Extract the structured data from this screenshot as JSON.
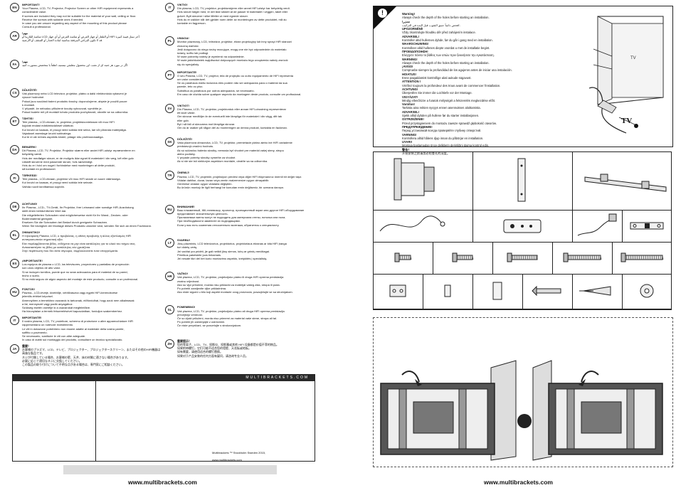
{
  "left_page": {
    "column_a": [
      {
        "code": "EN",
        "title": "IMPORTANT!",
        "lines": [
          "Your Plasma, LCD, TV, Projector, Projector Screen or other HIFI equipment represents a",
          "considerable value.",
          "If screws are included they may not be suitable for the material of your wall, ceiling or floor.",
          "Receive the screws with suitable ones if needed.",
          "In case you are unsure regarding any aspect of the mounting of this product please",
          "Consult a professional."
        ]
      },
      {
        "code": "AR",
        "title": "!مهم",
        "lines": [
          "شاشة البلازما أو LCD أو التلفاز أو جهاز العرض أو شاشة العرض أو أي جهاز HIFI آخر تمثل قيمة كبيرة.",
          "قد لا تكون البراغي المرفقة مناسبة لمادة الجدار أو السقف أو الأرضية."
        ]
      },
      {
        "code": "FA",
        "title": "!مهم",
        "lines": [
          "اگر در مورد هر جنبه ای از نصب این محصول مطمئن نیستید، لطفاً با متخصص مشورت کنید."
        ]
      },
      {
        "code": "CS",
        "title": "DŮLEŽITÉ!",
        "lines": [
          "Váš plazmový nebo LCD televizor, projektor, plátno a další elektronická vybavení je",
          "vysoce hodnotné.",
          "Pokud jsou součástí balení produktu šrouby, doporučujeme, abyste je použili pouze",
          "k montáži.",
          "V případě, že nebudou přiložené šrouby vyhovovat, vyměňte je.",
          "Pokud budete mít při montáži tohoto produktu pochybnosti, obraťte se na odborníka."
        ]
      },
      {
        "code": "ET",
        "title": "TÄHTIS!",
        "lines": [
          "Teie plasma-, LCD-ekraan, tv, projektor, projektsiooniekraan või muu HIFI",
          "kujutab endast märkimisväärset väärtust.",
          "Kui kruvid on kaasas, ei pruugi need sobida teie seina, lae või põranda materjaliga.",
          "Vajadusel asendage kruvid sobivatega.",
          "Kui te ei ole mõnes aspektis kindel, pidage nõu professionaaliga."
        ]
      },
      {
        "code": "DA",
        "title": "BEMÆRK!",
        "lines": [
          "Dit Plasma, LCD, TV, Projektor, Projektor skærm eller andet HIFI-udstyr repræsenterer en",
          "betydelig værdi.",
          "Hvis der medfølger skruer, er de muligvis ikke egnet til materialet i din væg, loft eller gulv.",
          "Udskift skruerne med passende skruer, hvis nødvendigt.",
          "Hvis du er i tvivl om noget i forbindelse med monteringen af dette produkt,",
          "så kontakt en professionel."
        ]
      },
      {
        "code": "FI",
        "title": "TÄRKEÄÄ!",
        "lines": [
          "Teie plasma-, LCD-ekraan, projektor või muu HIFI seade on suure väärtusega.",
          "Kui kruvid on kaasas, ei pruugi need sobida teie seinale.",
          "Vaihda ruuvit tarvittaessa sopiviin."
        ]
      },
      {
        "code": "DE",
        "title": "ACHTUNG!",
        "lines": [
          "Ihr Plasma-, LCD-, TV-Gerät, Ihr Projektor, Ihre Leinwand oder sonstige HIFI-Ausrüstung",
          "stellt einen beträchtlichen Wert dar.",
          "Die mitgelieferten Schrauben sind möglicherweise nicht für Ihr Wand-, Decken- oder",
          "Bodenmaterial geeignet.",
          "Ersetzen Sie die Schrauben bei Bedarf durch geeignete Schrauben.",
          "Wenn Sie bezüglich der Montage dieses Produkts unsicher sind, wenden Sie sich an einen Fachmann."
        ]
      },
      {
        "code": "EL",
        "title": "ΣΗΜΑΝΤΙΚΟ!",
        "lines": [
          "Η τηλεόραση Plasma, LCD, ο προβολέας, η οθόνη προβολής ή άλλος εξοπλισμός HIFI",
          "αντιπροσωπεύει σημαντική αξία.",
          "Εάν περιλαμβάνονται βίδες, ενδέχεται να μην είναι κατάλληλες για το υλικό του τοίχου σας.",
          "Αντικαταστήστε τις βίδες με κατάλληλες εάν χρειάζεται.",
          "Στην περίπτωση που δεν είστε σίγουροι, συμβουλευτείτε έναν επαγγελματία."
        ]
      },
      {
        "code": "ES",
        "title": "¡IMPORTANTE!",
        "lines": [
          "Los equipos de plasma o LCD, los televisores, proyectores y pantallas de proyección",
          "son unos objetos de alto valor.",
          "Si se incluyen tornillos, puede que no sean adecuados para el material de su pared,",
          "techo o suelo.",
          "Si no está seguro de algún aspecto del montaje de este producto, consulte a un profesional."
        ]
      },
      {
        "code": "HU",
        "title": "FONTOS!",
        "lines": [
          "Plazma-, LCD-tévéje, kivetítője, vetítővászna vagy egyéb HIFI-berendezése",
          "jelentős értéket képvisel.",
          "Amennyiben a termékhez csavarok is tartoznak, előfordulhat, hogy azok nem alkalmasak",
          "a fal, mennyezet vagy padló anyagához.",
          "Szükség esetén cserélje ki a csavarokat megfelelőkre.",
          "Ha bizonytalan a termék felszerelésével kapcsolatban, forduljon szakemberhez."
        ]
      },
      {
        "code": "IT",
        "title": "IMPORTANTE!",
        "lines": [
          "Il vostro plasma, LCD, TV, proiettore, schermo di proiezione o altre apparecchiature HIFI",
          "rappresentano un notevole investimento.",
          "Le viti in dotazione potrebbero non essere adatte al materiale della vostra parete,",
          "soffitto o pavimento.",
          "Se necessario, sostituire le viti con altre adeguate.",
          "In caso di dubbi sul montaggio del prodotto, consultare un tecnico specializzato."
        ]
      },
      {
        "code": "JA",
        "title": "重要！",
        "lines": [
          "お客様のプラズマ、LCD、テレビ、プロジェクター、プロジェクタースクリーン、またはその他のHIFI機器は高価な製品です。",
          "ネジが付属している場合、お客様の壁、天井、床の材質に適さない場合があります。",
          "必要に応じて適切なネジに交換してください。",
          "この製品の取り付けについて不明な点がある場合は、専門家にご相談ください。"
        ]
      }
    ],
    "column_b": [
      {
        "code": "IT",
        "title": "VIKTIG!",
        "lines": [
          "Din plasma, LCD, TV, projektor, projektorskjerm eller annet HIFI-utstyr har betydelig verdi.",
          "Hvis skruer følger med, er det ikke sikkert at de passer til materialet i veggen, taket eller",
          "gulvet. Bytt skruene i slike tilfeller ut med egnede skruer.",
          "Hvis du er usikker når det gjelder noen deler av monteringen av dette produktet, må du",
          "kontakte en fagperson."
        ]
      },
      {
        "code": "PL",
        "title": "UWAGA!",
        "lines": [
          "Monitor plazmowy, LCD, telewizor, projektor, ekran projekcyjny lub inny sprzęt HiFi stanowi",
          "znaczną wartość.",
          "Jeśli dołączono do niego śruby mocujące, mogą one nie być odpowiednie do materiału",
          "ściany, sufitu lub podłogi.",
          "W razie potrzeby należy je wymienić na odpowiednie.",
          "W razie jakichkolwiek wątpliwości dotyczących montażu tego urządzenia należy zwrócić",
          "się do specjalisty."
        ]
      },
      {
        "code": "PT",
        "title": "IMPORTANTE!",
        "lines": [
          "O seu Plasma, LCD, TV, projetor, tela de projeção ou outro equipamento de HIFI representa",
          "um valor considerável.",
          "Se os parafusos estão incluídos eles podem não ser adequados para o material da sua",
          "parede, teto ou piso.",
          "Substitua os parafusos por outros adequados, se necessário.",
          "Em caso de dúvida sobre qualquer aspecto da montagem deste produto, consulte um profissional."
        ]
      },
      {
        "code": "SV",
        "title": "VIKTIGT!",
        "lines": [
          "Din Plasma, LCD, TV, projektor, projektorduk eller annan HIFI-utrustning representerar",
          "ett stort värde.",
          "Om skruvar medföljer är de eventuellt inte lämpliga för materialet i din vägg, ditt tak",
          "eller golv.",
          "Byt i så fall ut skruvarna mot lämpliga skruvar.",
          "Om du är osäker på någon del av monteringen av denna produkt, kontakta en fackman."
        ]
      },
      {
        "code": "SK",
        "title": "DÔLEŽITÉ!",
        "lines": [
          "Vaša plazmová obrazovka, LCD, TV, projektor, premietacie plátno alebo iné HIFI zariadenie",
          "predstavujú značnú hodnotu.",
          "Ak sú súčasťou balenia skrutky, nemusia byť vhodné pre materiál vašej steny, stropu",
          "alebo podlahy.",
          "V prípade potreby skrutky vymeňte za vhodné.",
          "Ak si nie ste istí niektorým aspektom montáže, obráťte sa na odborníka."
        ]
      },
      {
        "code": "TR",
        "title": "ÖNEMLİ!",
        "lines": [
          "Plazma, LCD, TV, projektör, projeksiyon perdesi veya diğer HIFI ekipmanınız önemli bir değer taşır.",
          "Vidalar dahilse, duvar, tavan veya zemin malzemenize uygun olmayabilir.",
          "Gerekirse vidaları uygun vidalarla değiştirin.",
          "Bu ürünün montajı ile ilgili herhangi bir konudan emin değilseniz, bir uzmana danışın."
        ]
      },
      {
        "code": "RU",
        "title": "ВНИМАНИЕ!",
        "lines": [
          "Ваш плазменный, ЖК-телевизор, проектор, проекционный экран или другое HIFI-оборудование",
          "представляет значительную ценность.",
          "Прилагаемые винты могут не подходить для материала стены, потолка или пола.",
          "При необходимости замените их подходящими.",
          "Если у вас есть сомнения относительно монтажа, обратитесь к специалисту."
        ]
      },
      {
        "code": "LT",
        "title": "SVARBU!",
        "lines": [
          "Jūsų plazminis, LCD televizorius, projektorius, projektoriaus ekranas ar kita HIFI įranga",
          "turi didelę vertę.",
          "Jei varžtai yra pridėti, jie gali netikti jūsų sienos, lubų ar grindų medžiagai.",
          "Prireikus pakeiskite juos tinkamais.",
          "Jei nesate tikri dėl bet kurio montavimo aspekto, kreipkitės į specialistą."
        ]
      },
      {
        "code": "HR",
        "title": "VAŽNO!",
        "lines": [
          "Vaš plazma, LCD, TV, projektor, projekcijsko platno ili druga HIFI oprema predstavlja",
          "znatnu vrijednost.",
          "Ako su vijci priloženi, možda nisu prikladni za materijal vašeg zida, stropa ili poda.",
          "Po potrebi zamijenite vijke prikladnima.",
          "Ako niste sigurni u bilo koji aspekt montaže ovog proizvoda, posavjetujte se sa stručnjakom."
        ]
      },
      {
        "code": "SL",
        "title": "POMEMBNO!",
        "lines": [
          "Vaš plazma, LCD, TV, projektor, projekcijsko platno ali druga HIFI oprema predstavlja",
          "precejšnjo vrednost.",
          "Če so vijaki priloženi, morda niso primerni za material vaše stene, stropa ali tal.",
          "Po potrebi jih zamenjajte z ustreznimi.",
          "Če niste prepričani, se posvetujte s strokovnjakom."
        ]
      },
      {
        "code": "ZH",
        "title": "重要提示！",
        "lines": [
          "您的等离子、LCD、TV、投影仪、投影幕或其他 HIFI 设备都是价值不菲的物品。",
          "如果附带螺钉，它们可能不适合您的墙壁、天花板或地板。",
          "如有需要，请使用适合的螺钉替换。",
          "如果对于产品安装的任何方面有疑问，请咨询专业人员。"
        ]
      }
    ],
    "bottom_box": {
      "brand_band": "MULTIBRACKETS.COM",
      "copyright_lines": [
        "Multibrackets ™ Stockholm Sweden 2015,",
        "www.multibrackets.com"
      ]
    },
    "url": "www.multibrackets.com"
  },
  "right_page": {
    "warning_icon": "exclamation-icon",
    "warnings": [
      {
        "lang": "EN",
        "title": "Warning!",
        "line": "Always check the depth of the holes before starting an installation."
      },
      {
        "lang": "AR",
        "title": "!تحذير",
        "line": "افحص دائماً عمق الثقوب قبل البدء في التركيب."
      },
      {
        "lang": "CS",
        "title": "UPOZORNĚNÍ!",
        "line": "Vždy zkontrolujte hloubku děr před zahájením instalace."
      },
      {
        "lang": "DA",
        "title": "ADVARSEL!",
        "line": "Kontroller altid hullernes dybde, før du går i gang med en installation."
      },
      {
        "lang": "NL",
        "title": "WAARSCHUWING!",
        "line": "Kontrolleer altid hullenes diepte voordat u met de installatie begint."
      },
      {
        "lang": "EL",
        "title": "ΠΡΟΕΙΔΟΠΟΙΗΣΗ!",
        "line": "Ελέγχετε πάντα το βάθος των οπών πριν ξεκινήσετε την εγκατάσταση."
      },
      {
        "lang": "EN",
        "title": "WARNING!",
        "line": "Always check the depth of the holes before starting an installation."
      },
      {
        "lang": "ES",
        "title": "¡AVISO!",
        "line": "Compruebe siempre la profundidad de los agujeros antes de iniciar una instalación."
      },
      {
        "lang": "ET",
        "title": "HOIATUS!",
        "line": "Enne paigaldamist kontrollige alati aukude sügavust."
      },
      {
        "lang": "FR",
        "title": "ATTENTION !",
        "line": "Vérifiez toujours la profondeur des trous avant de commencer l'installation."
      },
      {
        "lang": "DE",
        "title": "ACHTUNG!",
        "line": "Überprüfen Sie immer die Lochtiefe vor der Montage."
      },
      {
        "lang": "HU",
        "title": "VIGYÁZAT!",
        "line": "Mindig ellenőrizze a furatok mélységét a felszerelés megkezdése előtt."
      },
      {
        "lang": "IT",
        "title": "Varoitus!",
        "line": "Tarkista aina reikien syvyys ennen asennuksen aloittamista."
      },
      {
        "lang": "NO",
        "title": "ADVARSEL!",
        "line": "Sjekk alltid dybden på hullene før du starter installasjonen."
      },
      {
        "lang": "SK",
        "title": "OSTRZEŻENIE!",
        "line": "Przed przystąpieniem do montażu zawsze sprawdź głębokość otworów."
      },
      {
        "lang": "RU",
        "title": "ПРЕДУПРЕЖДЕНИЕ!",
        "line": "Перед установкой всегда проверяйте глубину отверстий."
      },
      {
        "lang": "SV",
        "title": "VARNING!",
        "line": "Kontrollera alltid hålens djup innan du påbörjar en installation."
      },
      {
        "lang": "TR",
        "title": "UYARI!",
        "line": "Montaja başlamadan önce deliklerin derinliğini daima kontrol edin."
      },
      {
        "lang": "ZH",
        "title": "警告！",
        "line": "开始安装之前请务必检查孔的深度。"
      }
    ],
    "tv_label": "TV",
    "tv_small_label": "TV",
    "parts": {
      "row1": [
        {
          "icon": "wall-bracket-icon"
        },
        {
          "icon": "wall-plate-icon"
        },
        {
          "icon": "rail-bar-icon"
        }
      ],
      "row2": [
        {
          "icon": "safety-cable-icon"
        },
        {
          "icon": "remote-control-icon"
        },
        {
          "icon": "power-cable-icon"
        },
        {
          "icon": "spirit-level-icon"
        }
      ],
      "row3": [
        {
          "icon": "short-screw-icon"
        },
        {
          "icon": "bolt-icon"
        },
        {
          "icon": "long-screw-icon"
        },
        {
          "icon": "long-bolt-icon"
        },
        {
          "icon": "longest-screw-icon"
        }
      ],
      "row4": [
        {
          "icon": "washer-plate-icon"
        },
        {
          "icon": "spacer-small-icon"
        },
        {
          "icon": "spacer-large-icon"
        },
        {
          "icon": "wood-screw-icon"
        },
        {
          "icon": "wall-plug-icon"
        },
        {
          "icon": "flat-washer-icon"
        }
      ]
    },
    "url": "www.multibrackets.com"
  }
}
